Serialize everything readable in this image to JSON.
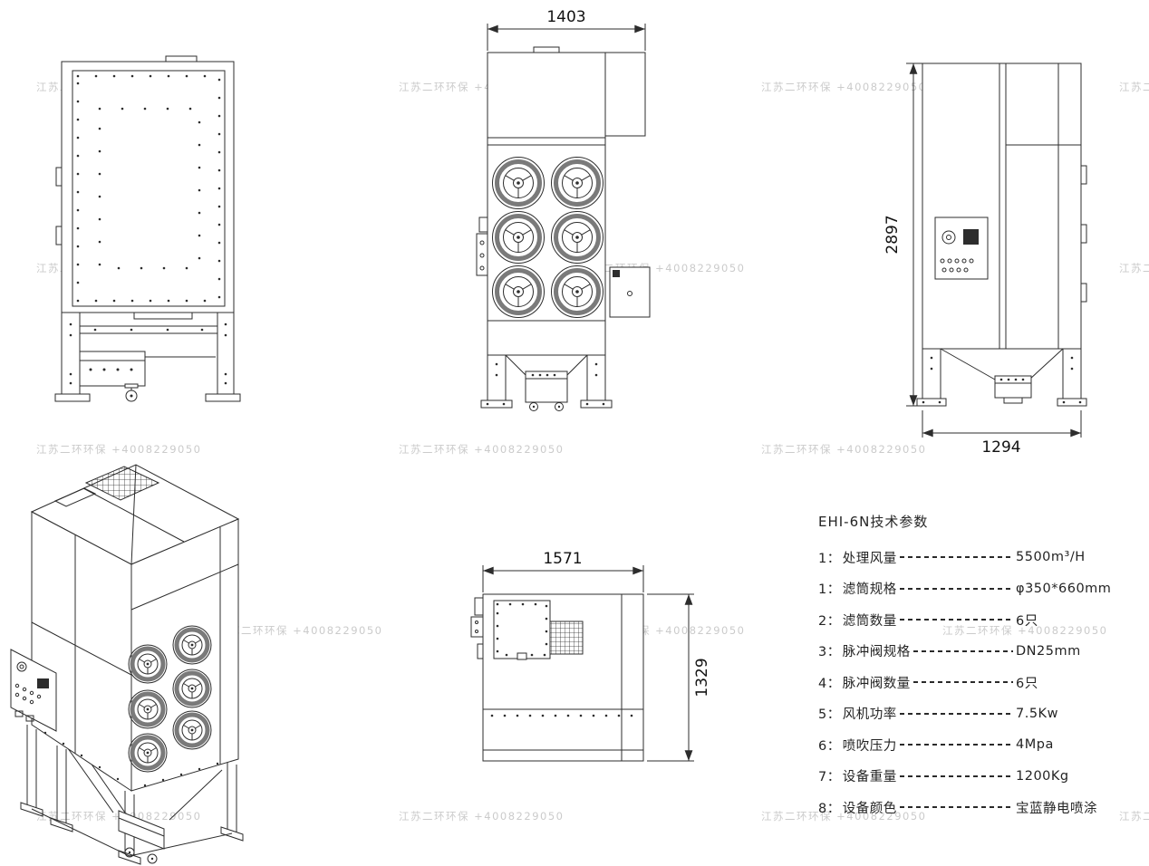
{
  "watermark": {
    "text": "江苏二环环保 +4008229050"
  },
  "views": {
    "front": {
      "dim_width": "1403"
    },
    "side": {
      "dim_height": "2897",
      "dim_depth": "1294"
    },
    "top": {
      "dim_width": "1571",
      "dim_depth": "1329"
    }
  },
  "specs": {
    "title": "EHI-6N技术参数",
    "items": [
      {
        "no": "1：",
        "label": "处理风量",
        "value": "5500m³/H"
      },
      {
        "no": "1：",
        "label": "滤筒规格",
        "value": "φ350*660mm"
      },
      {
        "no": "2：",
        "label": "滤筒数量",
        "value": "6只"
      },
      {
        "no": "3：",
        "label": "脉冲阀规格",
        "value": "DN25mm"
      },
      {
        "no": "4：",
        "label": "脉冲阀数量",
        "value": "6只"
      },
      {
        "no": "5：",
        "label": "风机功率",
        "value": "7.5Kw"
      },
      {
        "no": "6：",
        "label": "喷吹压力",
        "value": "4Mpa"
      },
      {
        "no": "7：",
        "label": "设备重量",
        "value": "1200Kg"
      },
      {
        "no": "8：",
        "label": "设备颜色",
        "value": "宝蓝静电喷涂"
      }
    ]
  }
}
